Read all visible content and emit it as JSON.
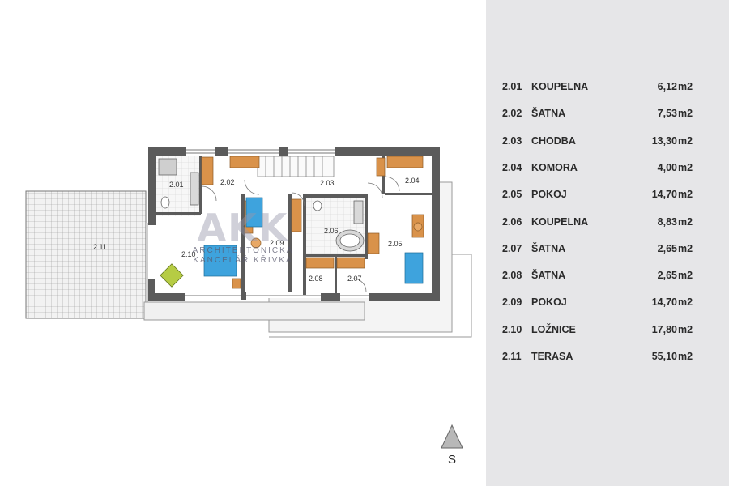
{
  "rooms": [
    {
      "code": "2.01",
      "name": "KOUPELNA",
      "area": "6,12",
      "unit": "m2"
    },
    {
      "code": "2.02",
      "name": "ŠATNA",
      "area": "7,53",
      "unit": "m2"
    },
    {
      "code": "2.03",
      "name": "CHODBA",
      "area": "13,30",
      "unit": "m2"
    },
    {
      "code": "2.04",
      "name": "KOMORA",
      "area": "4,00",
      "unit": "m2"
    },
    {
      "code": "2.05",
      "name": "POKOJ",
      "area": "14,70",
      "unit": "m2"
    },
    {
      "code": "2.06",
      "name": "KOUPELNA",
      "area": "8,83",
      "unit": "m2"
    },
    {
      "code": "2.07",
      "name": "ŠATNA",
      "area": "2,65",
      "unit": "m2"
    },
    {
      "code": "2.08",
      "name": "ŠATNA",
      "area": "2,65",
      "unit": "m2"
    },
    {
      "code": "2.09",
      "name": "POKOJ",
      "area": "14,70",
      "unit": "m2"
    },
    {
      "code": "2.10",
      "name": "LOŽNICE",
      "area": "17,80",
      "unit": "m2"
    },
    {
      "code": "2.11",
      "name": "TERASA",
      "area": "55,10",
      "unit": "m2"
    }
  ],
  "plan_labels": [
    "2.01",
    "2.02",
    "2.03",
    "2.04",
    "2.05",
    "2.06",
    "2.07",
    "2.08",
    "2.09",
    "2.10",
    "2.11"
  ],
  "watermark": {
    "logo": "AKK",
    "line1": "ARCHITEKTONICKÁ",
    "line2": "KANCELÁŘ KŘIVKA"
  },
  "compass": {
    "label": "S"
  },
  "colors": {
    "wall": "#555555",
    "wood": "#d9924a",
    "fixture_blue": "#3ea3dd",
    "panel_bg": "#e6e6e8",
    "terrace_grid": "#999999"
  }
}
